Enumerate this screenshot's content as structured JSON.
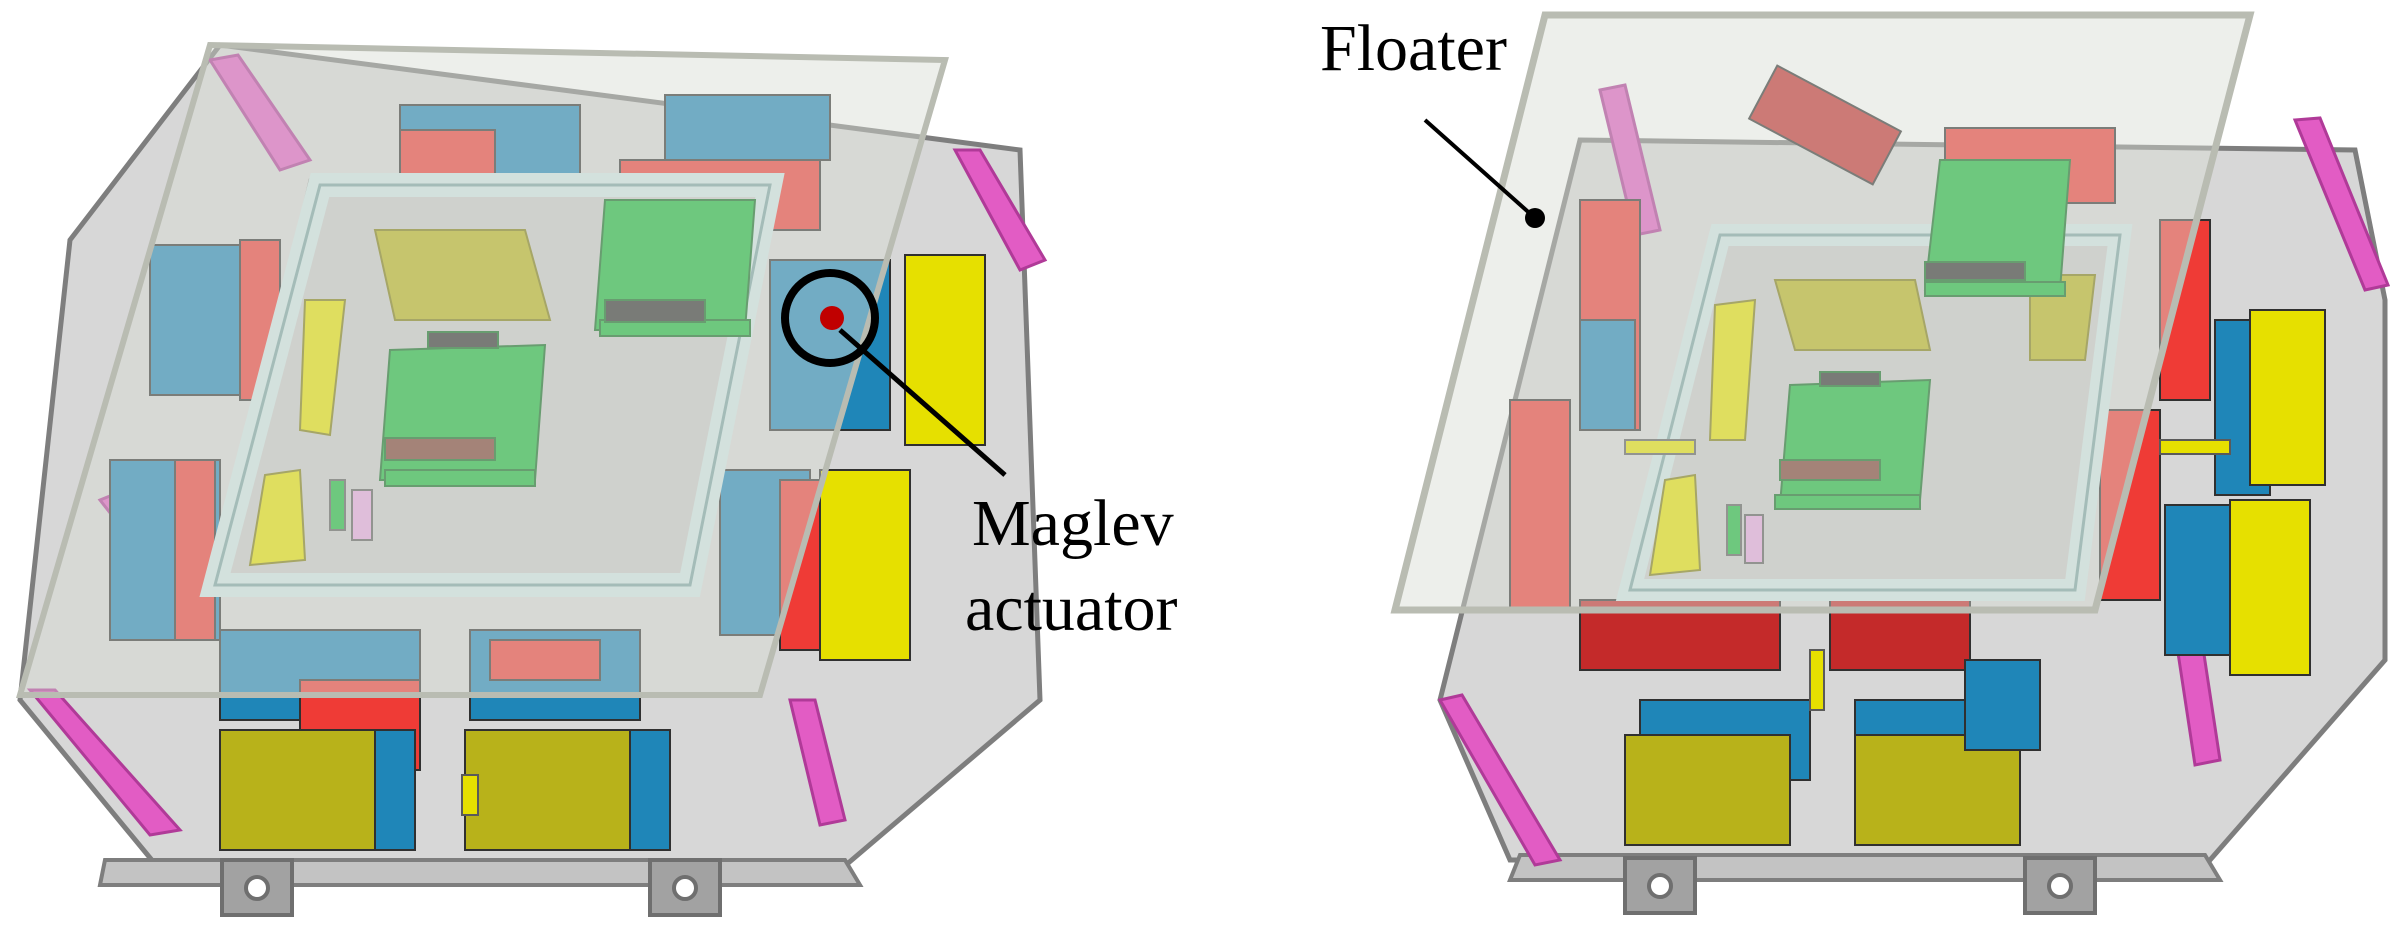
{
  "figure": {
    "annotations": {
      "maglev_line1": "Maglev",
      "maglev_line2": "actuator",
      "floater": "Floater"
    },
    "colors": {
      "frame": "#c9c9c9",
      "frame_edge": "#8d8d8d",
      "glass": "#d8dbd3",
      "inner_frame": "#cfe6e6",
      "red": "#ef3b36",
      "dark_red": "#c42a2a",
      "blue": "#1f86b8",
      "yellow": "#e6e000",
      "olive": "#b8b21a",
      "green": "#19b83a",
      "pink": "#e25cc4",
      "grey_foot": "#9c9c9c"
    }
  }
}
